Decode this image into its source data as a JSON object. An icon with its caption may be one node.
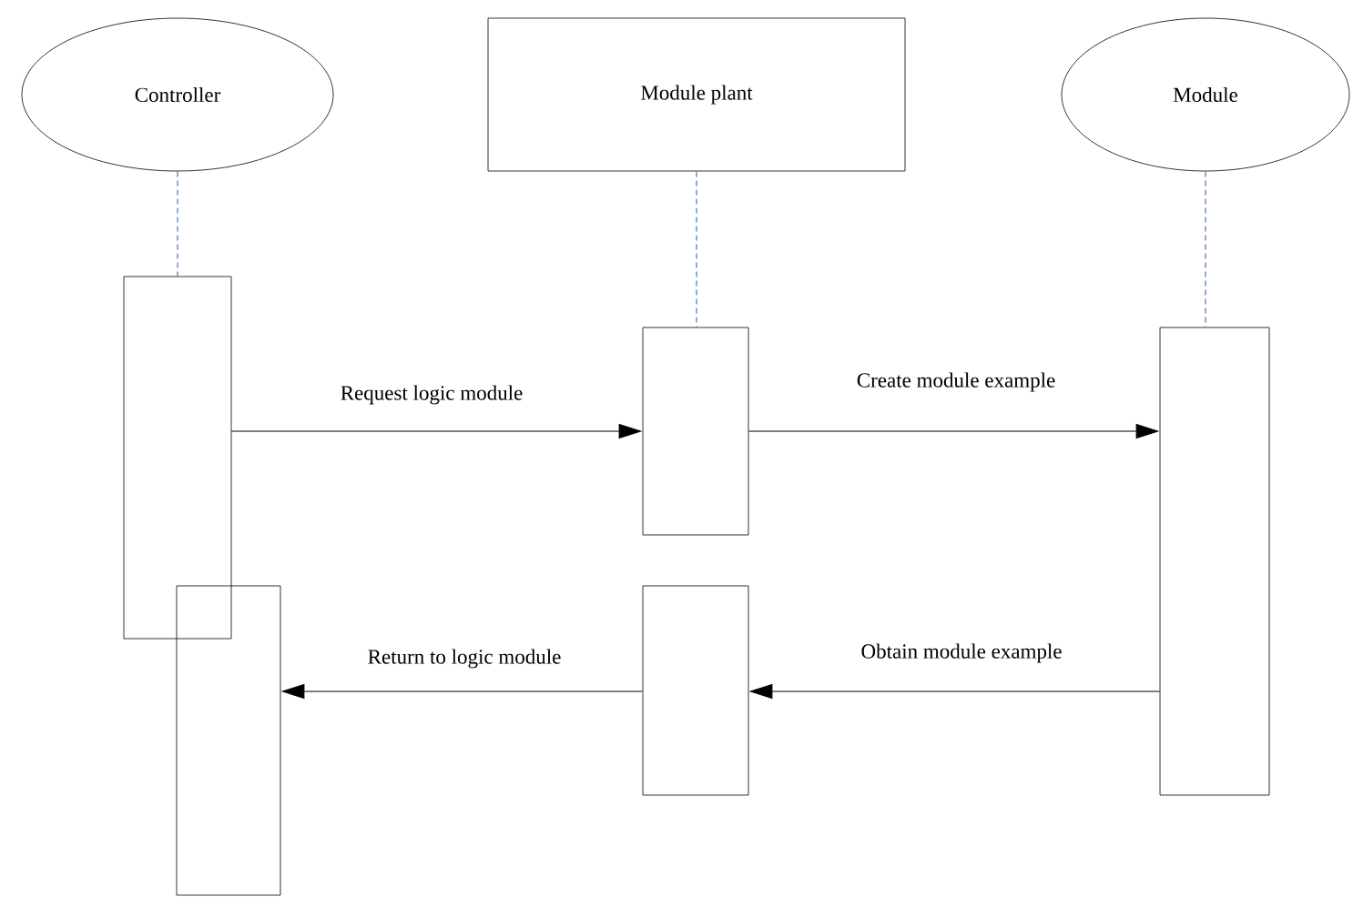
{
  "diagram": {
    "nodes": [
      {
        "text": [
          "Controller"
        ]
      },
      {
        "text": [
          "Module plant"
        ]
      },
      {
        "text": [
          "Module"
        ]
      },
      {
        "text": [],
        "shape": "box"
      },
      {
        "text": [],
        "shape": "box"
      },
      {
        "text": [],
        "shape": "box"
      },
      {
        "text": [],
        "shape": "box"
      },
      {
        "text": [],
        "shape": "box"
      }
    ],
    "edges": [
      {
        "from": 0,
        "to": 3,
        "arrow": "none",
        "style": "dashed",
        "color": "#4472c4"
      },
      {
        "from": 1,
        "to": 4,
        "arrow": "none",
        "style": "dashed",
        "color": "#4472c4"
      },
      {
        "from": 2,
        "to": 5,
        "arrow": "none",
        "style": "dashed",
        "color": "#4472c4"
      },
      {
        "from": 3,
        "to": 4,
        "arrow": "to",
        "label": "Request logic module"
      },
      {
        "from": 4,
        "to": 5,
        "arrow": "to",
        "label": "Create module example"
      },
      {
        "from": 5,
        "to": 7,
        "arrow": "to",
        "label": "Obtain module example"
      },
      {
        "from": 7,
        "to": 6,
        "arrow": "to",
        "label": "Return to logic module"
      }
    ]
  }
}
